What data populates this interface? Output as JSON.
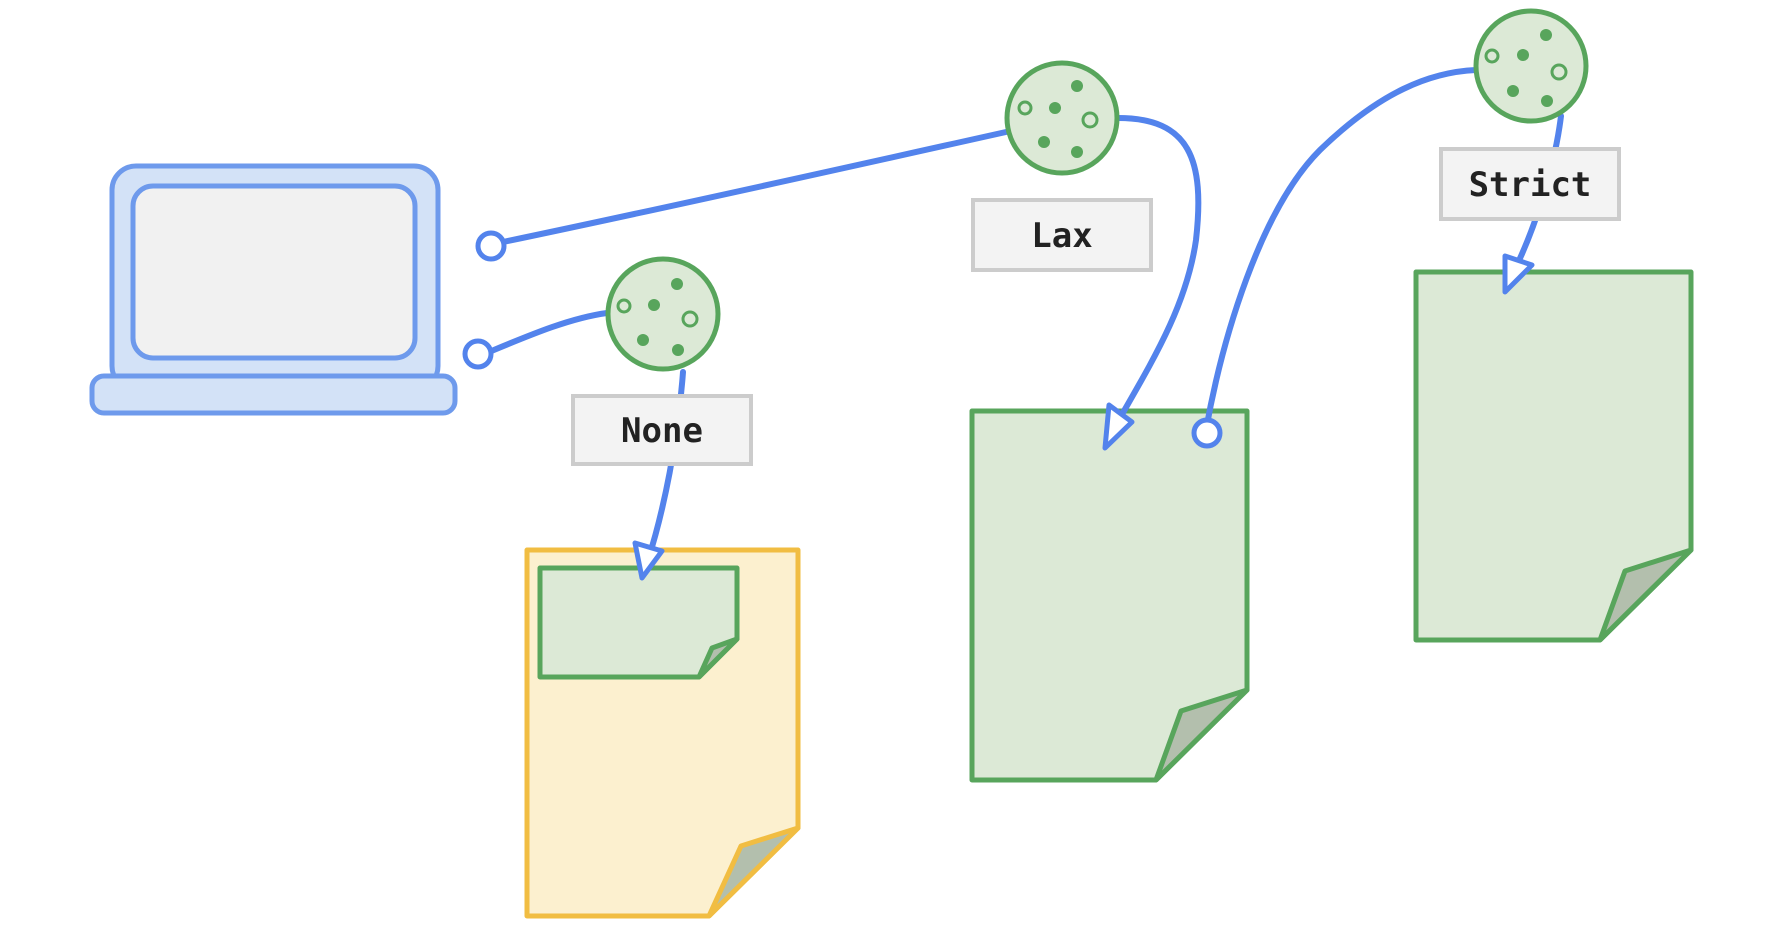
{
  "labels": {
    "none": "None",
    "lax": "Lax",
    "strict": "Strict"
  },
  "icons": {
    "client": "laptop-icon",
    "cookie": "cookie-icon",
    "page": "document-icon"
  },
  "colors": {
    "arrow": "#5383EC",
    "laptop_stroke": "#6E9AEC",
    "laptop_fill": "#D3E2F7",
    "laptop_screen": "#F1F1F1",
    "green_stroke": "#58A55C",
    "green_fill": "#DCE9D6",
    "fold_fill": "#B3BFAD",
    "yellow_stroke": "#F1BD42",
    "yellow_fill": "#FCF0CF",
    "label_stroke": "#CCCCCC",
    "label_fill": "#F3F3F3",
    "label_text": "#222222"
  }
}
